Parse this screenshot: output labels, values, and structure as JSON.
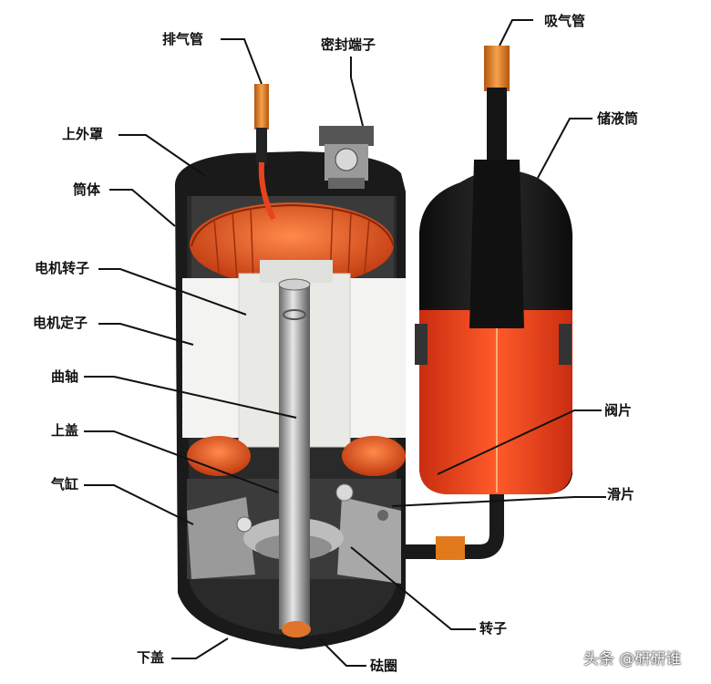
{
  "labels": {
    "exhaust_pipe": "排气管",
    "sealed_terminal": "密封端子",
    "suction_pipe": "吸气管",
    "upper_shell": "上外罩",
    "accumulator": "储液筒",
    "cylinder_body": "筒体",
    "motor_rotor": "电机转子",
    "motor_stator": "电机定子",
    "crankshaft": "曲轴",
    "valve_plate": "阀片",
    "upper_cover": "上盖",
    "cylinder": "气缸",
    "vane": "滑片",
    "rotor": "转子",
    "lower_cover": "下盖",
    "balance_weight": "砝圈"
  },
  "watermark": {
    "text": "头条 @研研谁"
  },
  "colors": {
    "shell": "#1a1a1a",
    "copper": "#d4551e",
    "pipe_copper": "#e07a1a",
    "stator": "#f2f2f0",
    "accumulator_liquid": "#e8431c"
  }
}
